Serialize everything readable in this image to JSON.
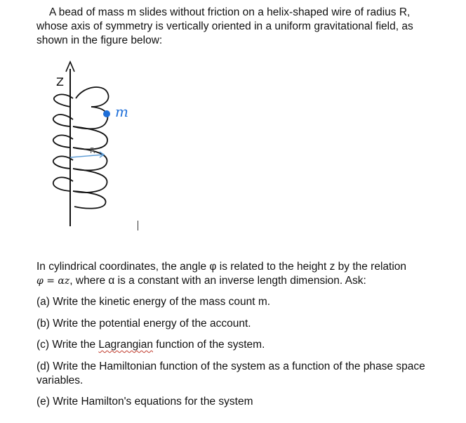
{
  "intro": "A bead of mass m slides without friction on a helix-shaped wire of radius R, whose axis of symmetry is vertically oriented in a uniform gravitational field, as shown in the figure below:",
  "figure": {
    "axis_label": "Z",
    "mass_label": "m",
    "radius_label": "R",
    "colors": {
      "ink": "#111111",
      "bead": "#1e6fd9",
      "annotation": "#1e6fd9",
      "radius_line": "#5b9bd5"
    }
  },
  "relation": {
    "text_before": "In cylindrical coordinates, the angle φ is related to the height z by the relation",
    "equation": "φ = αz",
    "text_after": ", where α is a constant with an inverse length dimension. Ask:"
  },
  "questions": {
    "a": "(a) Write the kinetic energy of the mass count m.",
    "b": "(b) Write the potential energy of the account.",
    "c_before": "(c) Write the ",
    "c_word": "Lagrangian",
    "c_after": " function of the system.",
    "d": "(d) Write the Hamiltonian function of the system as a function of the phase space variables.",
    "e": "(e) Write Hamilton's equations for the system"
  }
}
